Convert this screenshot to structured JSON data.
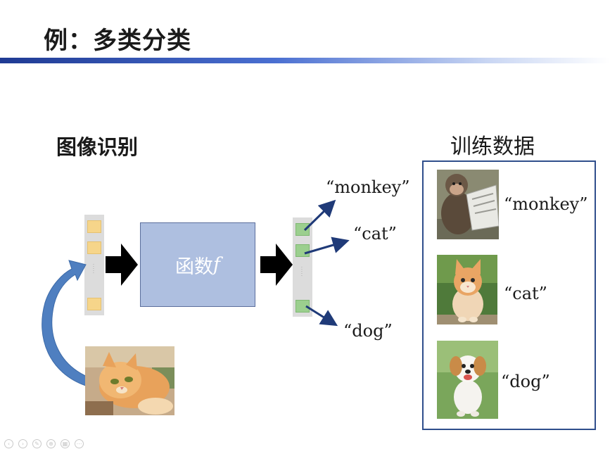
{
  "slide": {
    "title": "例：多类分类",
    "section_left": "图像识别",
    "section_right": "训练数据",
    "function_label_prefix": "函数",
    "function_label_var": "f"
  },
  "outputs": {
    "label_monkey": "“monkey”",
    "label_cat": "“cat”",
    "label_dog": "“dog”"
  },
  "training": {
    "items": [
      {
        "label": "“monkey”",
        "image": "monkey-photo"
      },
      {
        "label": "“cat”",
        "image": "kitten-photo"
      },
      {
        "label": "“dog”",
        "image": "puppy-photo"
      }
    ]
  },
  "input_image": "cat-photo",
  "icons": {
    "arrow_in": "black-right-arrow-icon",
    "arrow_out": "black-right-arrow-icon",
    "curved_arrow": "curved-blue-arrow-icon",
    "vector_dots": "ellipsis-vertical-icon"
  },
  "colors": {
    "title_bar": "#1f3a93",
    "function_box": "#aebfe0",
    "frame_border": "#2f4e8c",
    "arrow_blue": "#1f3a78",
    "input_cells": "#f6d58a",
    "output_cells": "#9bcf8e"
  }
}
